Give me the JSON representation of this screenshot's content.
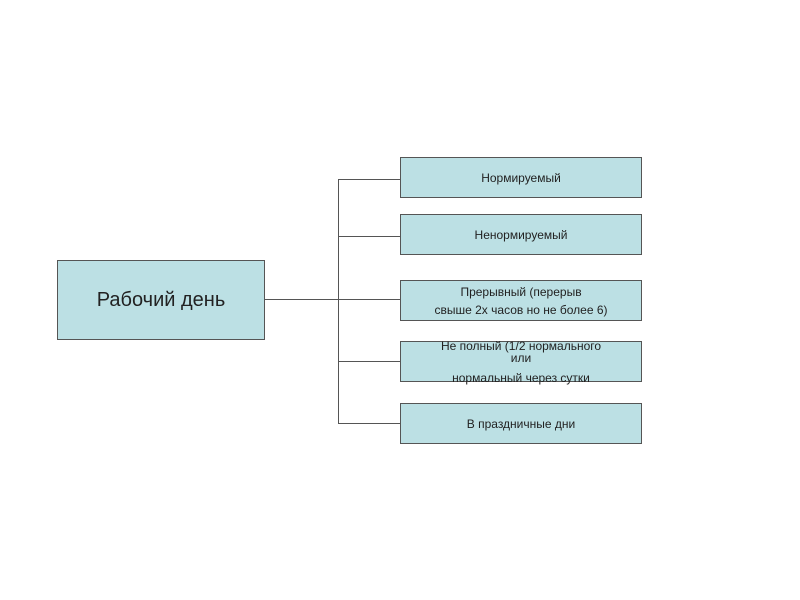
{
  "diagram": {
    "root": "Рабочий день",
    "children": [
      {
        "lines": [
          "Нормируемый"
        ]
      },
      {
        "lines": [
          "Ненормируемый"
        ]
      },
      {
        "lines": [
          "Прерывный (перерыв",
          "свыше 2х часов но не более 6)"
        ]
      },
      {
        "lines": [
          "Не полный (1/2 нормального",
          "или",
          "нормальный через сутки"
        ]
      },
      {
        "lines": [
          "В праздничные дни"
        ]
      }
    ],
    "colors": {
      "fill": "#bce0e4",
      "border": "#555555"
    }
  }
}
